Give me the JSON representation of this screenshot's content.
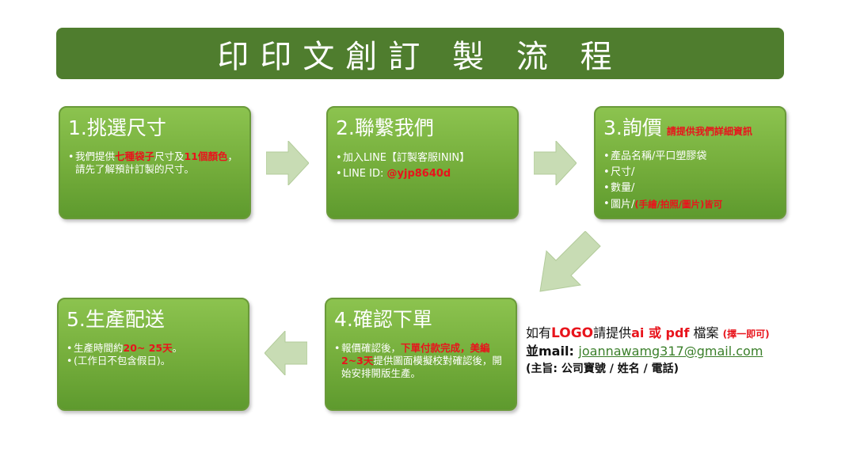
{
  "title": "印印文創訂 製 流 程",
  "steps": [
    {
      "title": "1.挑選尺寸",
      "bullets": [
        {
          "parts": [
            "我們提供",
            "七種袋子",
            "尺寸及",
            "11個顏色",
            "，請先了解預計訂製的尺寸。"
          ]
        }
      ]
    },
    {
      "title": "2.聯繫我們",
      "bullets": [
        {
          "text": "加入LINE【訂製客服ININ】"
        },
        {
          "label": "LINE ID: ",
          "value": "@yjp8640d"
        }
      ]
    },
    {
      "title": "3.詢價",
      "note": "請提供我們詳細資訊",
      "bullets": [
        {
          "text": "產品名稱/平口塑膠袋"
        },
        {
          "text": "尺寸/"
        },
        {
          "text": "數量/"
        },
        {
          "label": "圖片/",
          "value": "(手繪/拍照/圖片)皆可"
        }
      ]
    },
    {
      "title": "4.確認下單",
      "bullets": [
        {
          "parts": [
            "報價確認後，",
            "下單付款完成，美編2~3天",
            "提供圖面模擬校對確認後，開始安排開版生產。"
          ]
        }
      ]
    },
    {
      "title": "5.生產配送",
      "bullets": [
        {
          "parts": [
            "生產時間約",
            "20~ 25天",
            "。"
          ]
        },
        {
          "text": "(工作日不包含假日)。"
        }
      ]
    }
  ],
  "contact": {
    "line1": [
      "如有",
      "LOGO",
      "請提供",
      "ai 或 pdf",
      " 檔案 ",
      "(擇一即可)"
    ],
    "line2_label": "並mail: ",
    "email": "joannawamg317@gmail.com",
    "line3": "(主旨: 公司寶號 / 姓名 / 電話)"
  },
  "colors": {
    "banner": "#4f7d2e",
    "box": "#7ab843",
    "accent_red": "#e8141c",
    "arrow": "#c8dcb4"
  }
}
